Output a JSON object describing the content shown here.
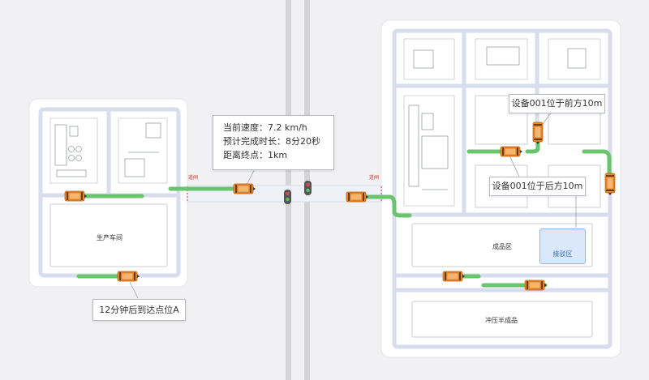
{
  "zones": {
    "workshop": "生产车间",
    "finished": "成品区",
    "receiving": "接驳区",
    "stamping": "冲压半成品"
  },
  "gates": {
    "left": "道闸",
    "right": "道闸"
  },
  "callouts": {
    "agv_status": {
      "speed": "当前速度：7.2 km/h",
      "eta": "预计完成时长：8分20秒",
      "distance": "距离终点：1km"
    },
    "front": "设备001位于前方10m",
    "behind": "设备001位于后方10m",
    "arrival": "12分钟后到达点位A"
  },
  "colors": {
    "background": "#f1f1f4",
    "panel": "#ffffff",
    "road": "#d7dded",
    "route": "#6ac46d",
    "agv": "#ef8a2b",
    "gate": "#d43a3a",
    "receiving": "#dbe8fb"
  },
  "traffic_lights": [
    "traffic-light-left",
    "traffic-light-right"
  ],
  "icons": [
    "agv-vehicle-icon",
    "traffic-light-icon",
    "machine-outline-icon"
  ]
}
